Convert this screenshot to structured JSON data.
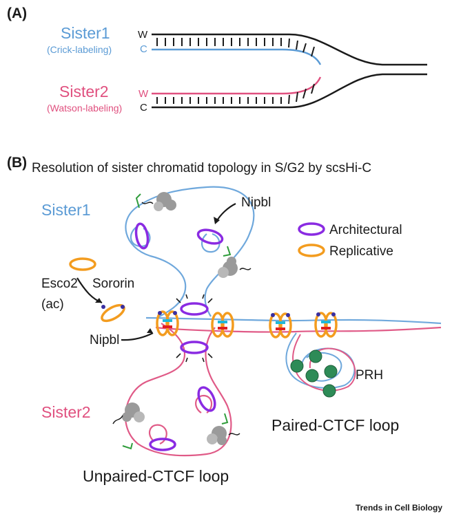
{
  "panel_a": {
    "label": "(A)",
    "sister1": {
      "name": "Sister1",
      "sub": "(Crick-labeling)",
      "strand_top": "W",
      "strand_bottom": "C"
    },
    "sister2": {
      "name": "Sister2",
      "sub": "(Watson-labeling)",
      "strand_top": "W",
      "strand_bottom": "C"
    }
  },
  "panel_b": {
    "label": "(B)",
    "title": "Resolution of sister chromatid topology in S/G2 by scsHi-C",
    "sister1": "Sister1",
    "sister2": "Sister2",
    "nipbl_top": "Nipbl",
    "nipbl_left": "Nipbl",
    "esco2": "Esco2",
    "ac": "(ac)",
    "sororin": "Sororin",
    "prh": "PRH",
    "paired_loop": "Paired-CTCF loop",
    "unpaired_loop": "Unpaired-CTCF loop",
    "legend": {
      "architectural": "Architectural",
      "replicative": "Replicative"
    }
  },
  "colors": {
    "blue": "#5b9bd5",
    "pink": "#e0507f",
    "purple": "#8a2be2",
    "orange": "#f39c1f",
    "green": "#2e9c3a",
    "navy": "#3a2fa0"
  },
  "credit": "Trends in Cell Biology"
}
